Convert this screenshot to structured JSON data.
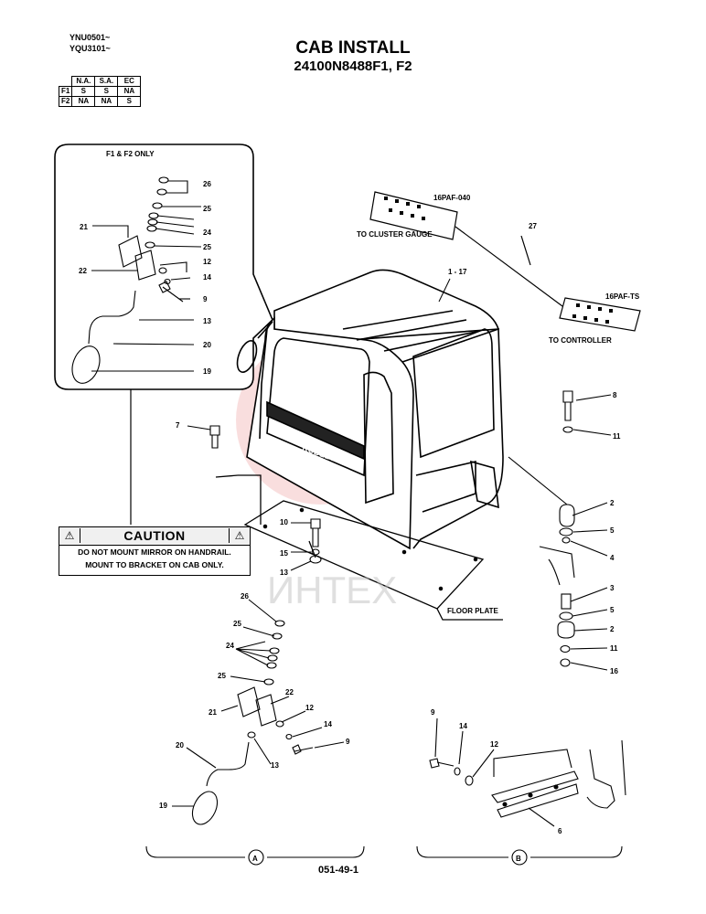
{
  "header": {
    "serial_1": "YNU0501~",
    "serial_2": "YQU3101~",
    "title": "CAB INSTALL",
    "part_number": "24100N8488F1, F2"
  },
  "applicability": {
    "columns": [
      "N.A.",
      "S.A.",
      "EC"
    ],
    "rows": [
      {
        "id": "F1",
        "values": [
          "S",
          "S",
          "NA"
        ]
      },
      {
        "id": "F2",
        "values": [
          "NA",
          "NA",
          "S"
        ]
      }
    ]
  },
  "inset": {
    "title": "F1 & F2 ONLY"
  },
  "caution": {
    "title": "CAUTION",
    "line1": "DO NOT MOUNT MIRROR ON HANDRAIL.",
    "line2": "MOUNT TO BRACKET ON CAB ONLY."
  },
  "connectors": {
    "top_id": "16PAF-040",
    "top_label": "TO CLUSTER GAUGE",
    "bottom_id": "16PAF-TS",
    "bottom_label": "TO CONTROLLER",
    "harness_ref": "27"
  },
  "labels": {
    "cab_ref": "1 - 17",
    "floor_plate": "FLOOR PLATE",
    "view_a": "A",
    "view_b": "B",
    "page": "051-49-1"
  },
  "callouts": {
    "inset": [
      "26",
      "25",
      "21",
      "24",
      "25",
      "22",
      "12",
      "14",
      "9",
      "13",
      "20",
      "19"
    ],
    "main": [
      "7",
      "8",
      "11",
      "2",
      "5",
      "4",
      "10",
      "15",
      "13",
      "3",
      "5",
      "2",
      "11",
      "16"
    ],
    "view_a": [
      "26",
      "25",
      "24",
      "25",
      "22",
      "21",
      "12",
      "14",
      "9",
      "13",
      "20",
      "19"
    ],
    "view_b": [
      "9",
      "14",
      "12",
      "6"
    ]
  },
  "watermark": "ИНТЕХ"
}
